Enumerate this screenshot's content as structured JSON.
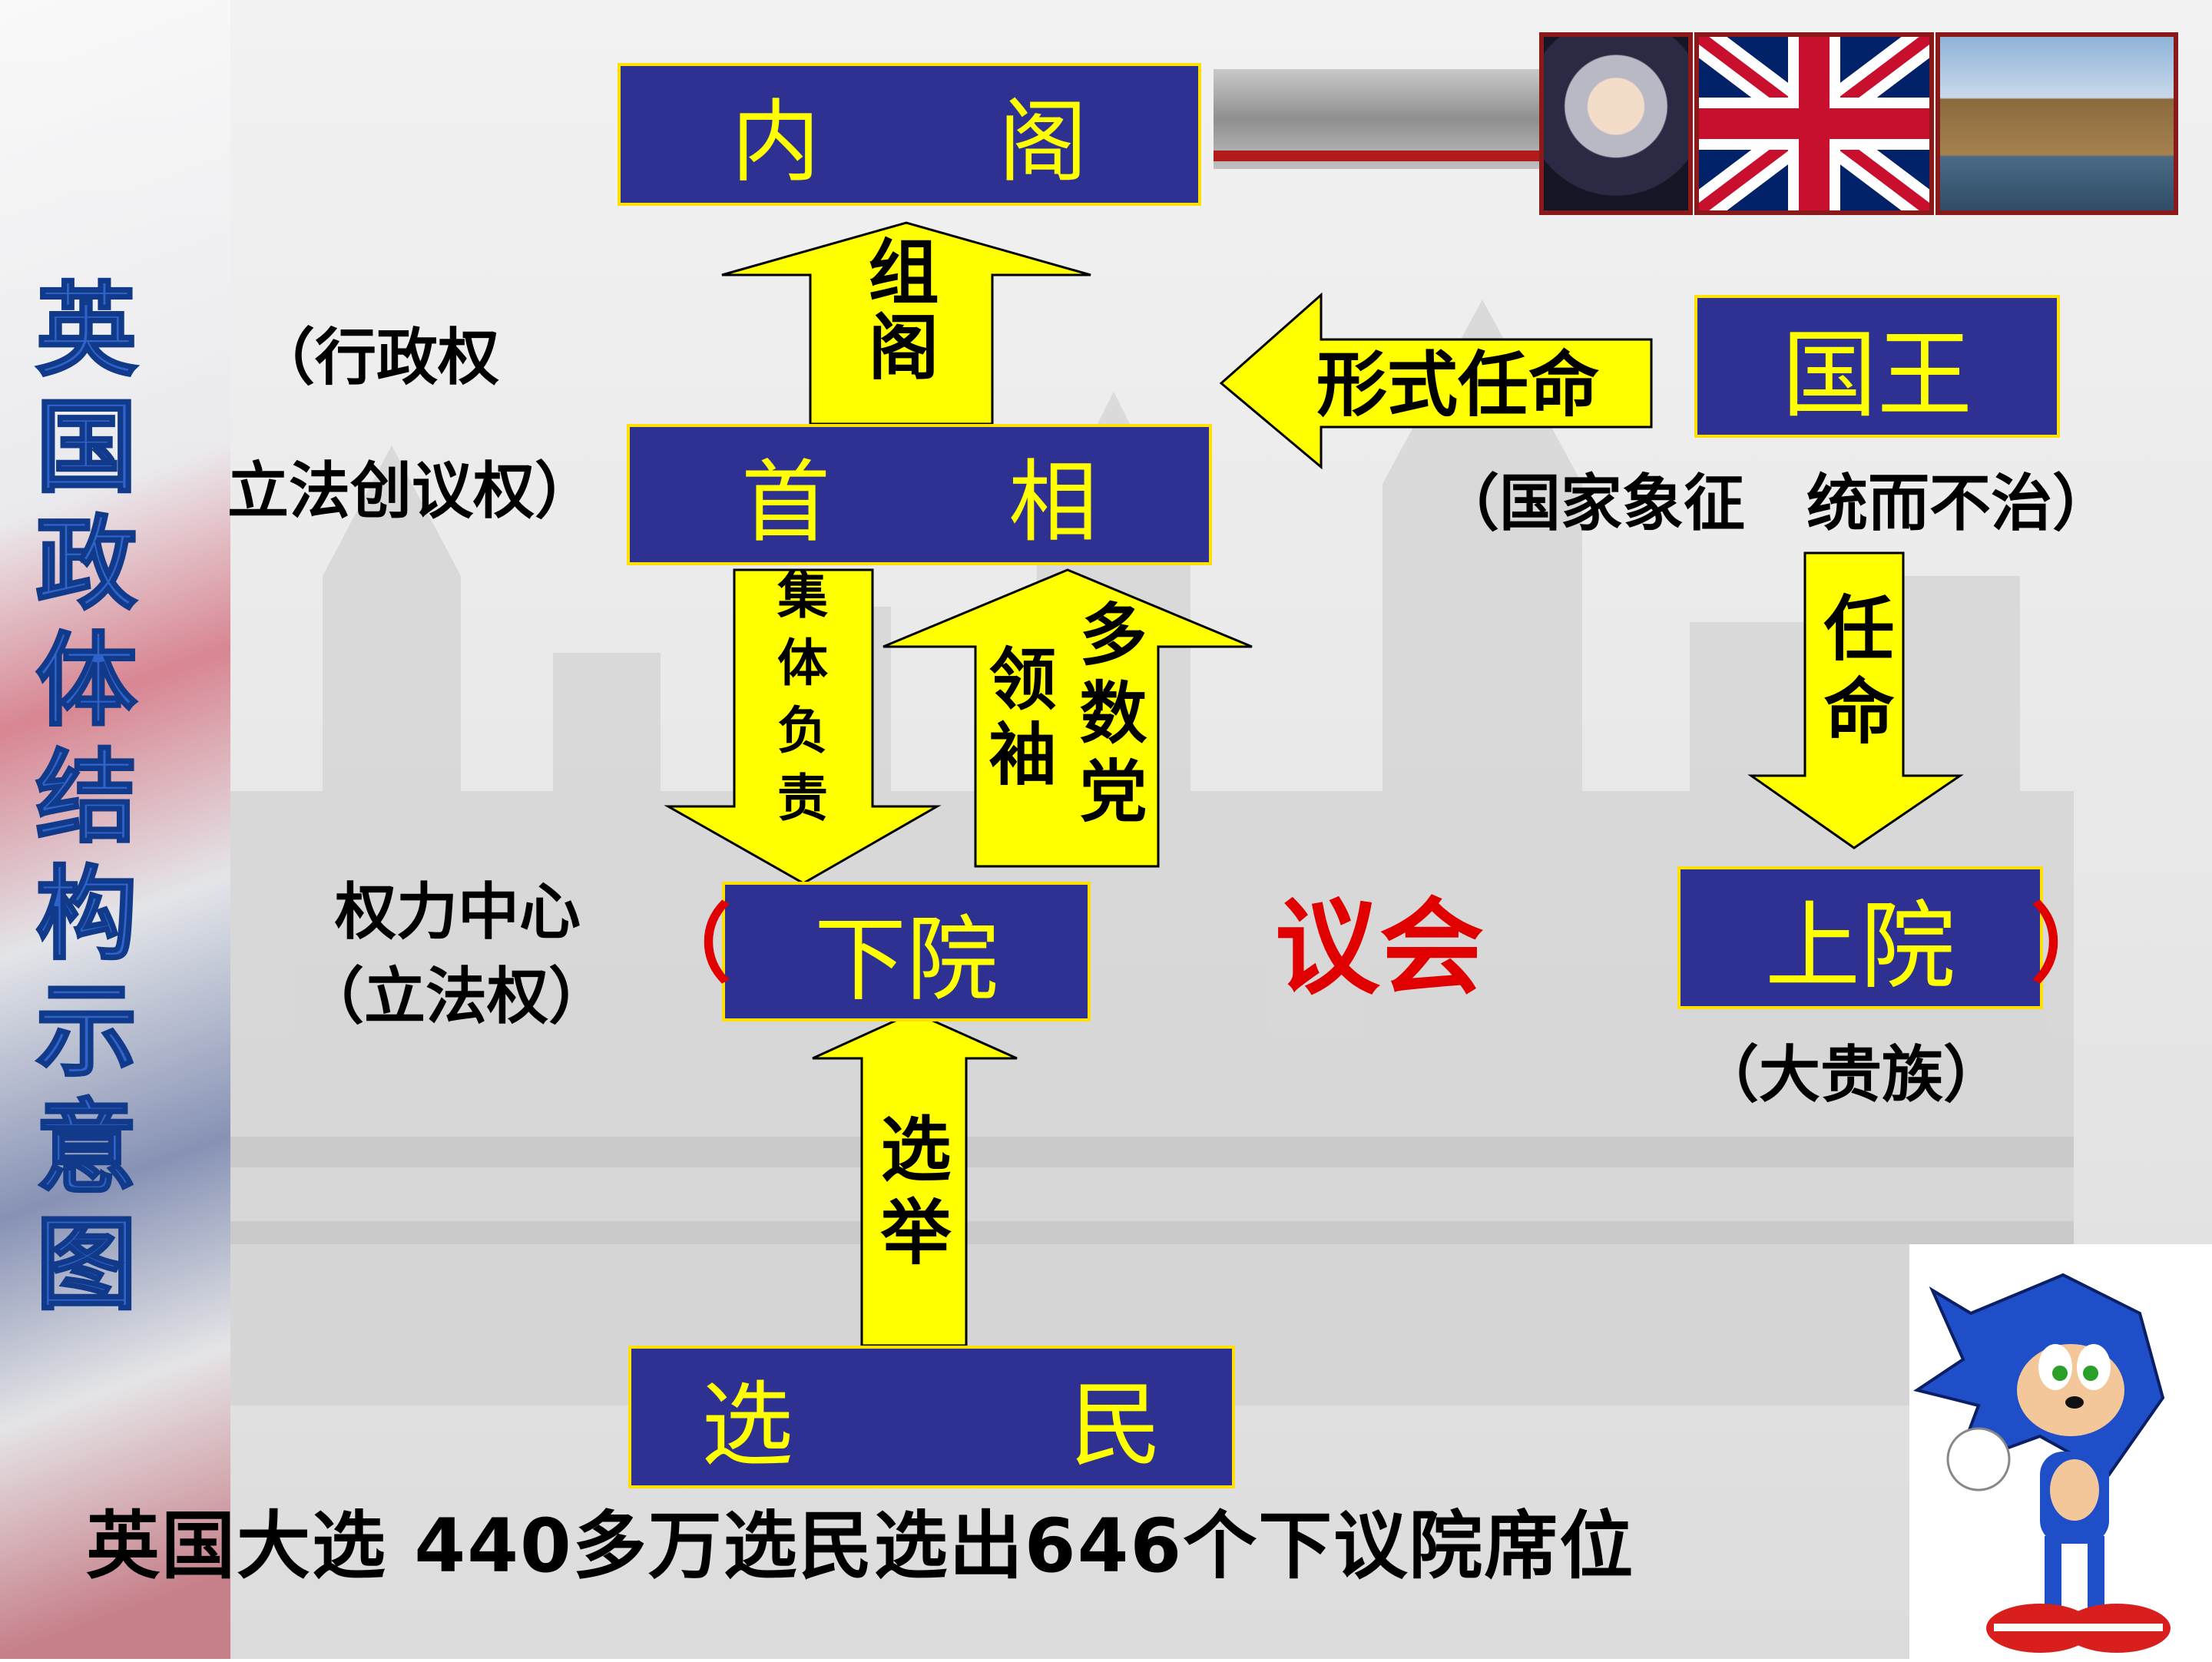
{
  "side_title": "英国政体结构示意图",
  "boxes": {
    "cabinet": "内　　阁",
    "pm": "首　　相",
    "king": "国王",
    "commons": "下院",
    "lords": "上院",
    "voters": "选　　　民"
  },
  "arrows": {
    "form_cabinet": "组阁",
    "formal_appoint": "形式任命",
    "collective_resp": "集体负责",
    "leader": "领袖",
    "majority_party": "多数党",
    "appoint": "任命",
    "election": "选举"
  },
  "notes": {
    "exec_power_1": "（行政权",
    "exec_power_2": "立法创议权）",
    "king_note": "（国家象征　统而不治）",
    "power_center": "权力中心",
    "legislative": "（立法权）",
    "paren_open": "（",
    "parliament": "议会",
    "paren_close": "）",
    "nobles": "（大贵族）"
  },
  "caption": "英国大选 440多万选民选出646个下议院席位",
  "colors": {
    "box_fill": "#2e3192",
    "box_text": "#ffff00",
    "arrow_fill": "#ffff00",
    "title_text": "#2e63c9",
    "parliament_text": "#e00000"
  }
}
